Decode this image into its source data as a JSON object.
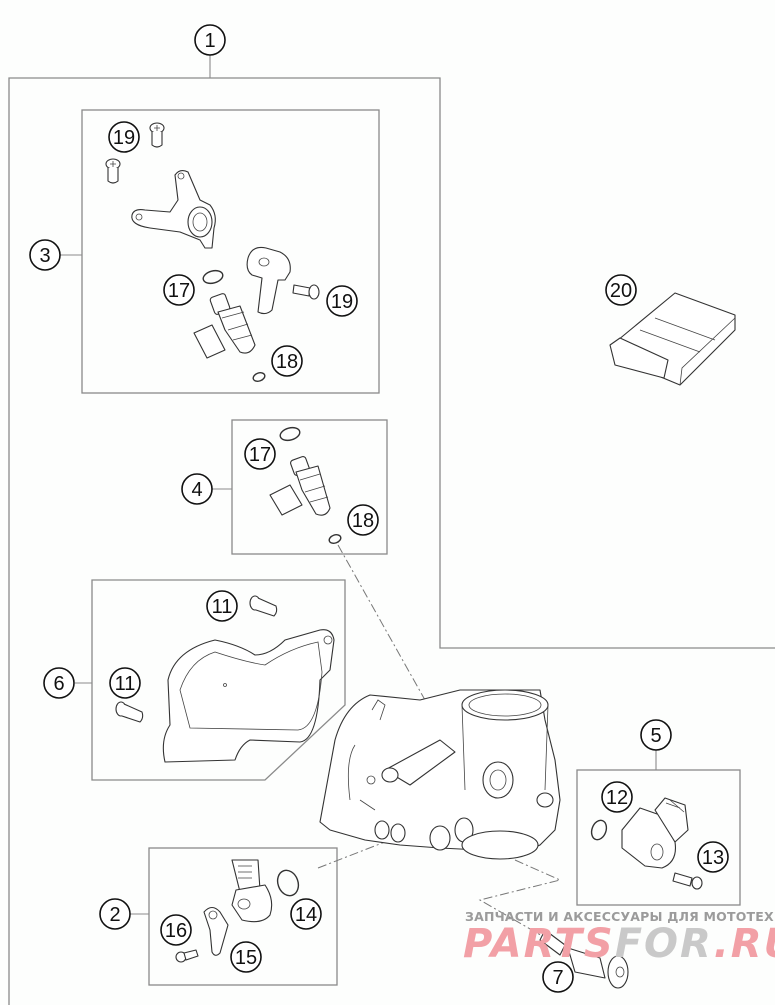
{
  "diagram": {
    "title": "Throttle body exploded parts diagram",
    "callouts": {
      "assembly": "1",
      "sensor_kit": "2",
      "injector_kit_upper": "3",
      "injector_kit_lower": "4",
      "tps_kit": "5",
      "cover_kit": "6",
      "idle_valve": "7",
      "cover_screw_top": "11",
      "cover_screw_left": "11",
      "map_sensor": "12",
      "map_screw": "13",
      "sensor_oring": "14",
      "sensor_bracket": "15",
      "bracket_screw": "16",
      "injector_oring_upper_17": "17",
      "injector_oring_upper_18": "18",
      "injector_oring_lower_17": "17",
      "injector_oring_lower_18": "18",
      "screw_19_top": "19",
      "screw_19_side": "19",
      "ecu": "20"
    },
    "parts": [
      {
        "number": "1",
        "name": "Throttle body assembly"
      },
      {
        "number": "2",
        "name": "Sensor kit"
      },
      {
        "number": "3",
        "name": "Injector kit (upper)"
      },
      {
        "number": "4",
        "name": "Injector kit (lower)"
      },
      {
        "number": "5",
        "name": "Sensor kit"
      },
      {
        "number": "6",
        "name": "Cover kit"
      },
      {
        "number": "7",
        "name": "Idle adjuster"
      },
      {
        "number": "11",
        "name": "Screw"
      },
      {
        "number": "12",
        "name": "Sensor"
      },
      {
        "number": "13",
        "name": "Screw"
      },
      {
        "number": "14",
        "name": "O-ring"
      },
      {
        "number": "15",
        "name": "Bracket"
      },
      {
        "number": "16",
        "name": "Screw"
      },
      {
        "number": "17",
        "name": "O-ring"
      },
      {
        "number": "18",
        "name": "O-ring"
      },
      {
        "number": "19",
        "name": "Screw"
      },
      {
        "number": "20",
        "name": "Control unit"
      }
    ]
  },
  "watermark": {
    "tagline": "ЗАПЧАСТИ И АКСЕССУАРЫ ДЛЯ МОТОТЕХНИКИ",
    "brand_part1": "PARTS",
    "brand_part2": "FOR",
    "brand_part3": ".RU",
    "colors": {
      "red": "#f2a0a6",
      "gray": "#c9c9c9",
      "tagline": "#9b9b9b"
    }
  }
}
